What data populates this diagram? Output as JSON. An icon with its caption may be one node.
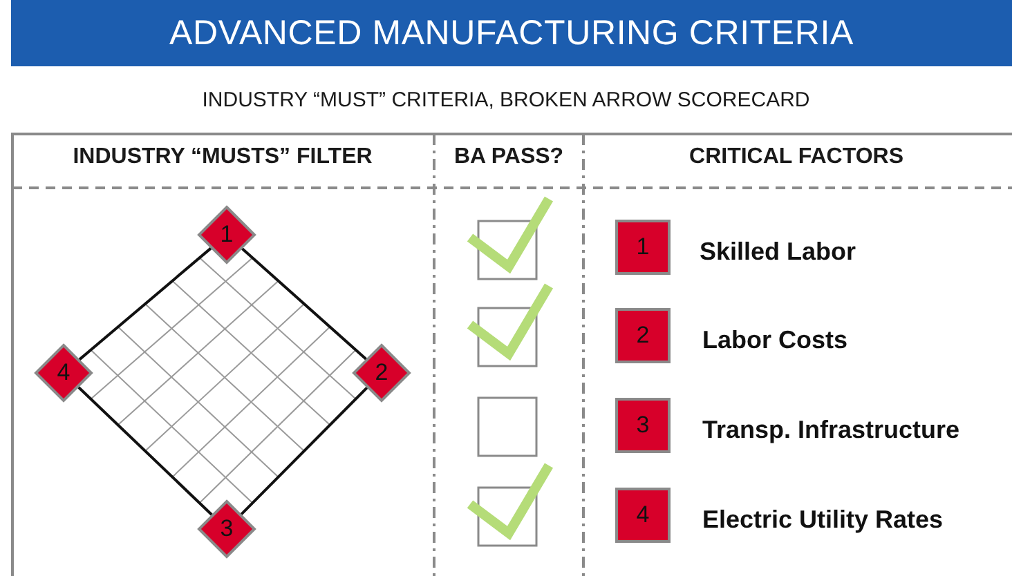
{
  "diagram": {
    "title": "ADVANCED MANUFACTURING CRITERIA",
    "nodes": [
      {
        "text": [
          "1"
        ]
      },
      {
        "text": [
          "2"
        ]
      },
      {
        "text": [
          "3"
        ]
      },
      {
        "text": [
          "4"
        ]
      },
      {
        "text": [
          "1"
        ],
        "beside": [
          "Skilled Labor"
        ]
      },
      {
        "text": [
          "2"
        ],
        "beside": [
          "Labor Costs"
        ]
      },
      {
        "text": [
          "3"
        ],
        "beside": [
          "Transp. Infrastructure"
        ]
      },
      {
        "text": [
          "4"
        ],
        "beside": [
          "Electric Utility Rates"
        ]
      }
    ],
    "edges": [
      {
        "from": 0,
        "to": 1,
        "arrow": "none"
      },
      {
        "from": 1,
        "to": 2,
        "arrow": "none"
      },
      {
        "from": 2,
        "to": 3,
        "arrow": "none"
      },
      {
        "from": 3,
        "to": 0,
        "arrow": "none"
      }
    ],
    "labels": [
      "INDUSTRY “MUST” CRITERIA, BROKEN ARROW SCORECARD",
      "INDUSTRY “MUSTS” FILTER",
      "BA PASS?",
      "CRITICAL FACTORS"
    ]
  }
}
